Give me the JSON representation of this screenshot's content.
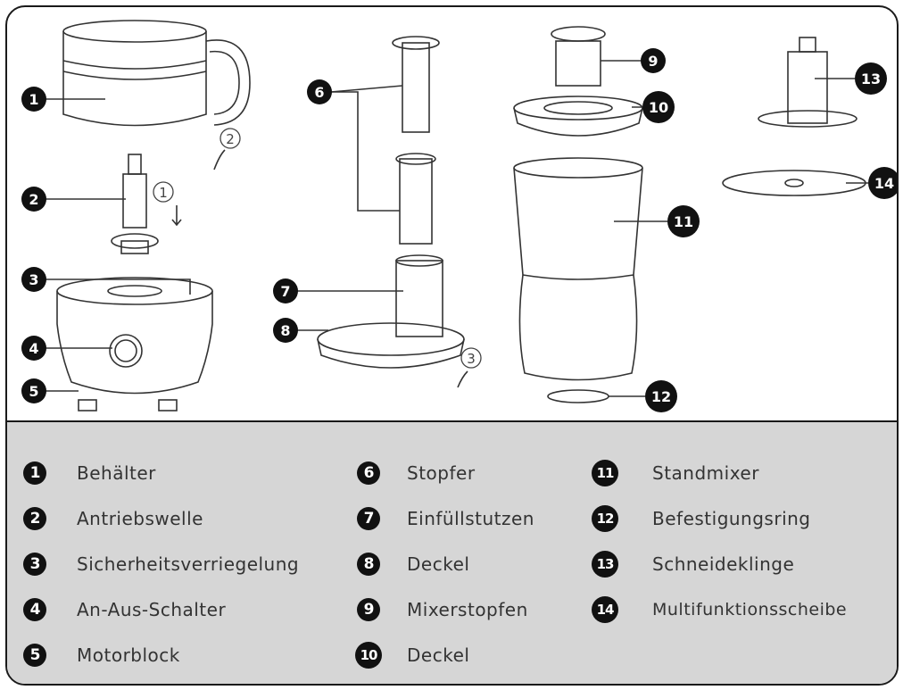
{
  "callouts": [
    "1",
    "2",
    "3",
    "4",
    "5",
    "6",
    "7",
    "8",
    "9",
    "10",
    "11",
    "12",
    "13",
    "14"
  ],
  "step_marks": [
    "2",
    "1",
    "3"
  ],
  "legend": [
    {
      "num": "1",
      "label": "Behälter"
    },
    {
      "num": "2",
      "label": "Antriebswelle"
    },
    {
      "num": "3",
      "label": "Sicherheitsverriegelung"
    },
    {
      "num": "4",
      "label": "An-Aus-Schalter"
    },
    {
      "num": "5",
      "label": "Motorblock"
    },
    {
      "num": "6",
      "label": "Stopfer"
    },
    {
      "num": "7",
      "label": "Einfüllstutzen"
    },
    {
      "num": "8",
      "label": "Deckel"
    },
    {
      "num": "9",
      "label": "Mixerstopfen"
    },
    {
      "num": "10",
      "label": "Deckel"
    },
    {
      "num": "11",
      "label": "Standmixer"
    },
    {
      "num": "12",
      "label": "Befestigungsring"
    },
    {
      "num": "13",
      "label": "Schneideklinge"
    },
    {
      "num": "14",
      "label": "Multifunktionsscheibe"
    }
  ],
  "colors": {
    "frame": "#1a1a1a",
    "legend_bg": "#d6d6d6",
    "callout": "#111111",
    "label": "#333333"
  }
}
